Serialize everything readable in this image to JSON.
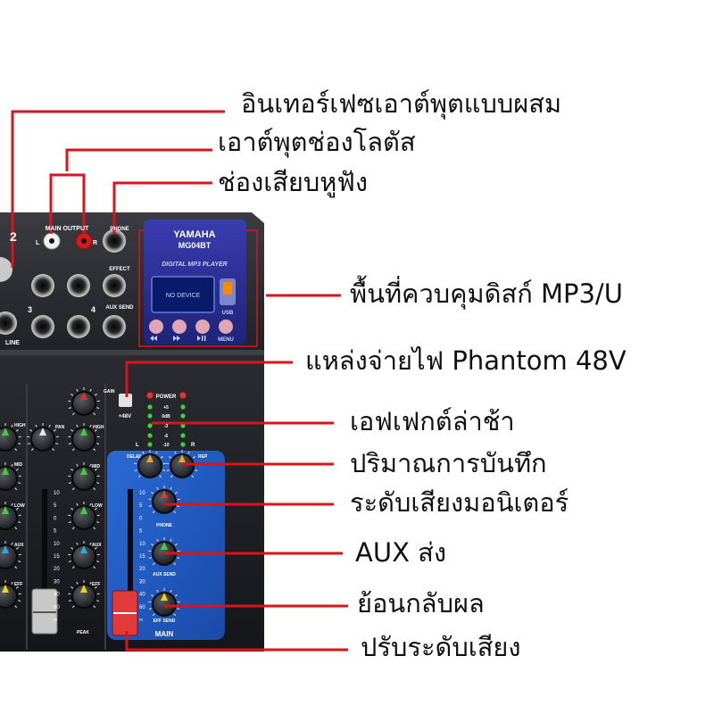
{
  "colors": {
    "callout_line": "#d9141b",
    "panel_blue": "#1f5cc4",
    "chassis": "#1c1e22",
    "led_red": "#ff2a2a",
    "led_green": "#3bd23b"
  },
  "callouts": [
    {
      "id": "combo-output",
      "text": "อินเทอร์เฟซเอาต์พุตแบบผสม"
    },
    {
      "id": "lotus-output",
      "text": "เอาต์พุตช่องโลตัส"
    },
    {
      "id": "headphone-jack",
      "text": "ช่องเสียบหูฟัง"
    },
    {
      "id": "mp3-area",
      "text": "พื้นที่ควบคุมดิสก์ MP3/U"
    },
    {
      "id": "phantom",
      "text": "แหล่งจ่ายไฟ Phantom 48V"
    },
    {
      "id": "delay",
      "text": "เอฟเฟกต์ล่าช้า"
    },
    {
      "id": "record",
      "text": "ปริมาณการบันทึก"
    },
    {
      "id": "monitor",
      "text": "ระดับเสียงมอนิเตอร์"
    },
    {
      "id": "aux-send",
      "text": "AUX ส่ง"
    },
    {
      "id": "eff-return",
      "text": "ย้อนกลับผล"
    },
    {
      "id": "volume",
      "text": "ปรับระดับเสียง"
    }
  ],
  "mixer": {
    "brand": "YAMAHA",
    "model": "MG04BT",
    "player_title": "DIGITAL MP3 PLAYER",
    "display_text": "NO DEVICE",
    "usb_label": "USB",
    "menu_label": "MENU",
    "main_output": "MAIN OUTPUT",
    "phone": "PHONE",
    "effect": "EFFECT",
    "aux_send": "AUX SEND",
    "channel_2": "2",
    "channel_3": "3",
    "channel_4": "4",
    "line": "LINE",
    "power": "POWER",
    "phantom_48v": "+48V",
    "meter": [
      "+5",
      "0dB",
      "-3",
      "-6",
      "-10"
    ],
    "l": "L",
    "r": "R",
    "delay": "DELAY",
    "rep": "REP",
    "phone_knob": "PHONE",
    "aux_send_knob": "AUX SEND",
    "eff_send_knob": "EFF SEND",
    "main": "MAIN",
    "gain": "GAIN",
    "pan": "PAN",
    "high": "HIGH",
    "mid": "MID",
    "low": "LOW",
    "aux": "AUX",
    "eff": "EFF",
    "peak": "PEAK",
    "fader_scale": [
      "10",
      "5",
      "0",
      "5",
      "10",
      "15",
      "20",
      "30",
      "40",
      "60",
      "∞"
    ]
  }
}
